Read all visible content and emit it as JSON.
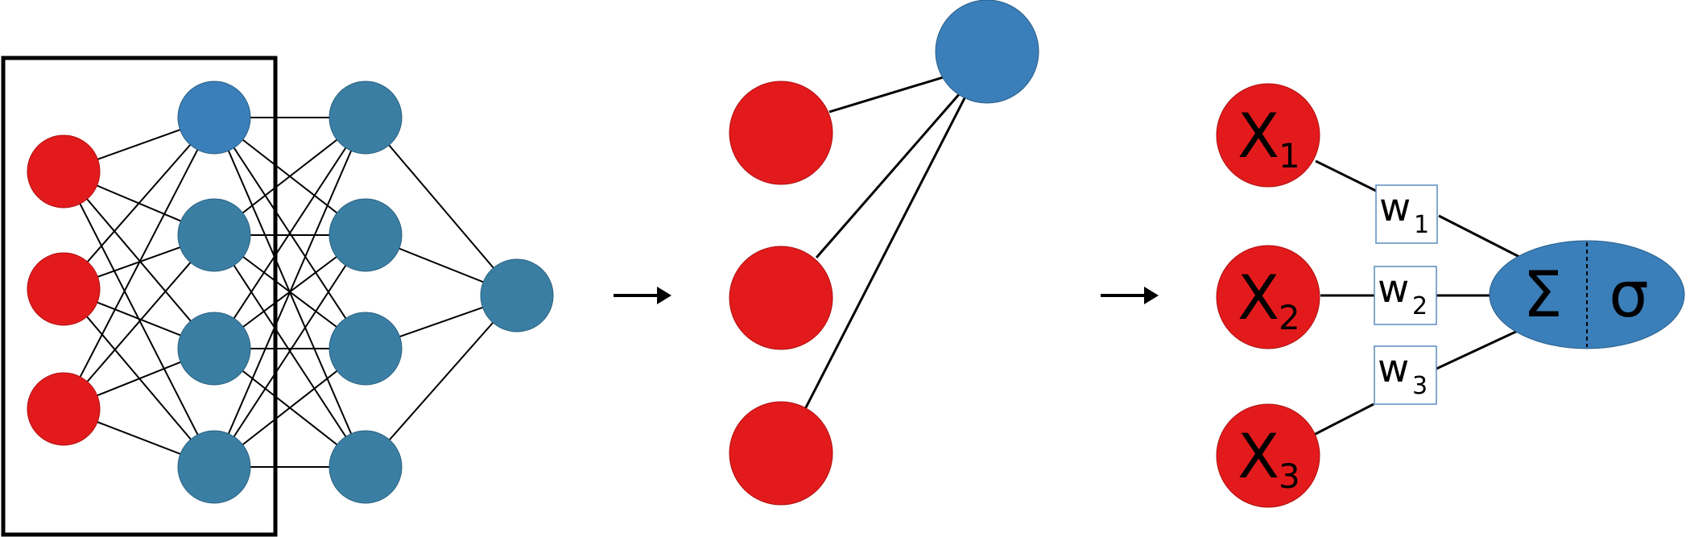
{
  "colors": {
    "input_node": "#e31a1c",
    "hidden_node": "#3a7fa3",
    "highlight_node": "#3b7fba",
    "line": "#000000",
    "weight_box_border": "#5a8bbf",
    "sum_node": "#3b7fba"
  },
  "network": {
    "layers": [
      3,
      4,
      4,
      1
    ]
  },
  "single_neuron": {
    "inputs": 3
  },
  "perceptron": {
    "inputs": [
      {
        "label": "X",
        "subscript": "1"
      },
      {
        "label": "X",
        "subscript": "2"
      },
      {
        "label": "X",
        "subscript": "3"
      }
    ],
    "weights": [
      {
        "label": "w",
        "subscript": "1"
      },
      {
        "label": "w",
        "subscript": "2"
      },
      {
        "label": "w",
        "subscript": "3"
      }
    ],
    "sum_symbol": "Σ",
    "activation_symbol": "σ"
  },
  "arrows": [
    "right-arrow-icon",
    "right-arrow-icon"
  ]
}
